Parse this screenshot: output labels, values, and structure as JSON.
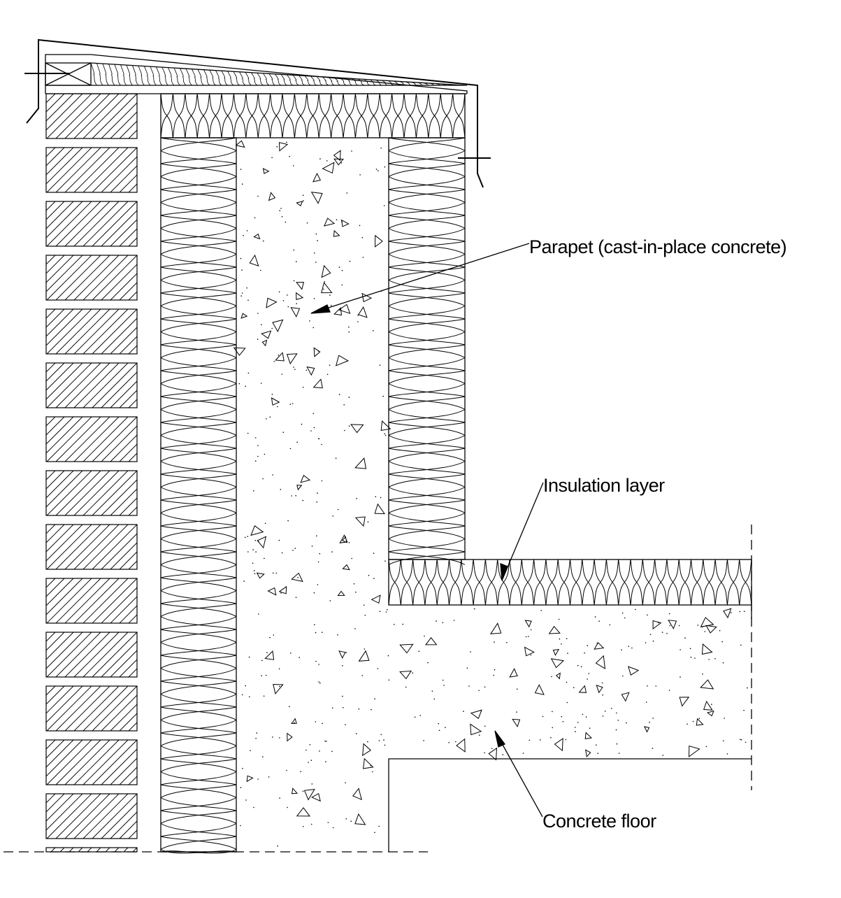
{
  "labels": {
    "parapet": "Parapet (cast-in-place concrete)",
    "insulation": "Insulation layer",
    "floor": "Concrete floor"
  },
  "colors": {
    "line": "#000000",
    "background": "#ffffff"
  }
}
